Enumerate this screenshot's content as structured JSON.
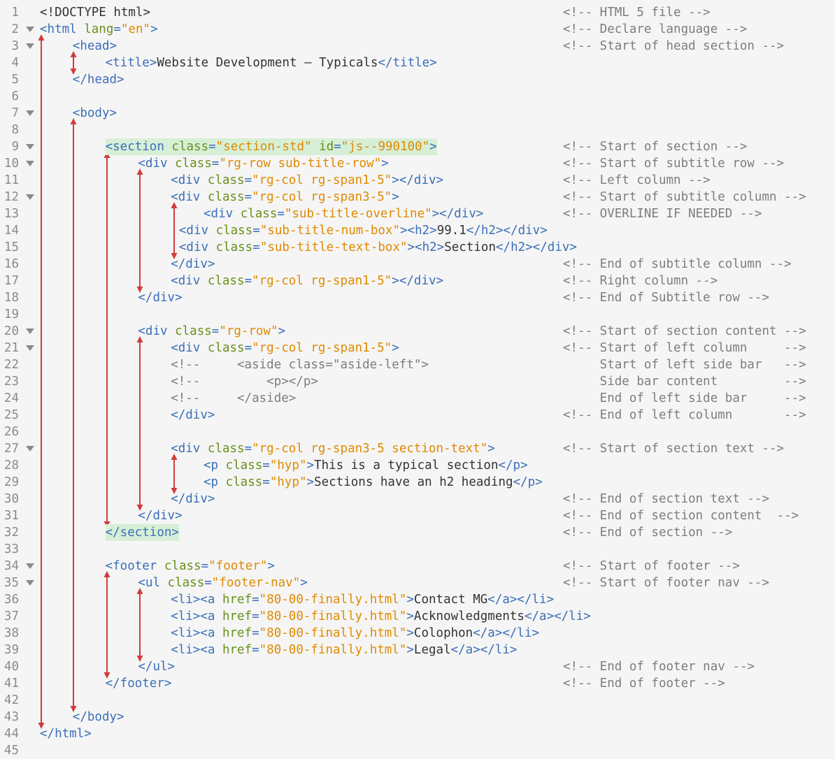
{
  "colors": {
    "tag": "#3b6fb8",
    "attr": "#6a8f1a",
    "string": "#e08a00",
    "text": "#333333",
    "comment": "#7d7d7d",
    "arrow": "#d03c3c",
    "highlight": "#d6efd6",
    "background": "#f5f5f5"
  },
  "lines": [
    {
      "n": "1",
      "fold": false,
      "indent": 0,
      "code": [
        [
          "d",
          "<!DOCTYPE html>"
        ]
      ],
      "comment": "<!-- HTML 5 file -->"
    },
    {
      "n": "2",
      "fold": true,
      "indent": 0,
      "code": [
        [
          "t",
          "<html "
        ],
        [
          "a",
          "lang"
        ],
        [
          "t",
          "="
        ],
        [
          "s",
          "\"en\""
        ],
        [
          "t",
          ">"
        ]
      ],
      "comment": "<!-- Declare language -->"
    },
    {
      "n": "3",
      "fold": true,
      "indent": 1,
      "code": [
        [
          "t",
          "<head>"
        ]
      ],
      "comment": "<!-- Start of head section -->"
    },
    {
      "n": "4",
      "fold": false,
      "indent": 2,
      "code": [
        [
          "t",
          "<title>"
        ],
        [
          "x",
          "Website Development – Typicals"
        ],
        [
          "t",
          "</title>"
        ]
      ],
      "comment": ""
    },
    {
      "n": "5",
      "fold": false,
      "indent": 1,
      "code": [
        [
          "t",
          "</head>"
        ]
      ],
      "comment": ""
    },
    {
      "n": "6",
      "fold": false,
      "indent": 0,
      "code": [],
      "comment": ""
    },
    {
      "n": "7",
      "fold": true,
      "indent": 1,
      "code": [
        [
          "t",
          "<body>"
        ]
      ],
      "comment": ""
    },
    {
      "n": "8",
      "fold": false,
      "indent": 0,
      "code": [],
      "comment": ""
    },
    {
      "n": "9",
      "fold": true,
      "indent": 2,
      "hl": true,
      "code": [
        [
          "t",
          "<section "
        ],
        [
          "a",
          "class"
        ],
        [
          "t",
          "="
        ],
        [
          "s",
          "\"section-std\" "
        ],
        [
          "a",
          "id"
        ],
        [
          "t",
          "="
        ],
        [
          "s",
          "\"js--990100\""
        ],
        [
          "t",
          ">"
        ]
      ],
      "comment": "<!-- Start of section -->"
    },
    {
      "n": "10",
      "fold": true,
      "indent": 3,
      "code": [
        [
          "t",
          "<div "
        ],
        [
          "a",
          "class"
        ],
        [
          "t",
          "="
        ],
        [
          "s",
          "\"rg-row sub-title-row\""
        ],
        [
          "t",
          ">"
        ]
      ],
      "comment": "<!-- Start of subtitle row -->"
    },
    {
      "n": "11",
      "fold": false,
      "indent": 4,
      "code": [
        [
          "t",
          "<div "
        ],
        [
          "a",
          "class"
        ],
        [
          "t",
          "="
        ],
        [
          "s",
          "\"rg-col rg-span1-5\""
        ],
        [
          "t",
          "></div>"
        ]
      ],
      "comment": "<!-- Left column -->"
    },
    {
      "n": "12",
      "fold": true,
      "indent": 4,
      "code": [
        [
          "t",
          "<div "
        ],
        [
          "a",
          "class"
        ],
        [
          "t",
          "="
        ],
        [
          "s",
          "\"rg-col rg-span3-5\""
        ],
        [
          "t",
          ">"
        ]
      ],
      "comment": "<!-- Start of subtitle column -->"
    },
    {
      "n": "13",
      "fold": false,
      "indent": 5,
      "code": [
        [
          "t",
          "<div "
        ],
        [
          "a",
          "class"
        ],
        [
          "t",
          "="
        ],
        [
          "s",
          "\"sub-title-overline\""
        ],
        [
          "t",
          "></div>"
        ]
      ],
      "comment": "<!-- OVERLINE IF NEEDED -->"
    },
    {
      "n": "14",
      "fold": false,
      "indent": 4.25,
      "code": [
        [
          "t",
          "<div "
        ],
        [
          "a",
          "class"
        ],
        [
          "t",
          "="
        ],
        [
          "s",
          "\"sub-title-num-box\""
        ],
        [
          "t",
          ">"
        ],
        [
          "t",
          "<h2>"
        ],
        [
          "x",
          "99.1"
        ],
        [
          "t",
          "</h2></div>"
        ]
      ],
      "comment": ""
    },
    {
      "n": "15",
      "fold": false,
      "indent": 4.25,
      "code": [
        [
          "t",
          "<div "
        ],
        [
          "a",
          "class"
        ],
        [
          "t",
          "="
        ],
        [
          "s",
          "\"sub-title-text-box\""
        ],
        [
          "t",
          ">"
        ],
        [
          "t",
          "<h2>"
        ],
        [
          "x",
          "Section"
        ],
        [
          "t",
          "</h2></div>"
        ]
      ],
      "comment": ""
    },
    {
      "n": "16",
      "fold": false,
      "indent": 4,
      "code": [
        [
          "t",
          "</div>"
        ]
      ],
      "comment": "<!-- End of subtitle column -->"
    },
    {
      "n": "17",
      "fold": false,
      "indent": 4,
      "code": [
        [
          "t",
          "<div "
        ],
        [
          "a",
          "class"
        ],
        [
          "t",
          "="
        ],
        [
          "s",
          "\"rg-col rg-span1-5\""
        ],
        [
          "t",
          "></div>"
        ]
      ],
      "comment": "<!-- Right column -->"
    },
    {
      "n": "18",
      "fold": false,
      "indent": 3,
      "code": [
        [
          "t",
          "</div>"
        ]
      ],
      "comment": "<!-- End of Subtitle row -->"
    },
    {
      "n": "19",
      "fold": false,
      "indent": 0,
      "code": [],
      "comment": ""
    },
    {
      "n": "20",
      "fold": true,
      "indent": 3,
      "code": [
        [
          "t",
          "<div "
        ],
        [
          "a",
          "class"
        ],
        [
          "t",
          "="
        ],
        [
          "s",
          "\"rg-row\""
        ],
        [
          "t",
          ">"
        ]
      ],
      "comment": "<!-- Start of section content -->"
    },
    {
      "n": "21",
      "fold": true,
      "indent": 4,
      "code": [
        [
          "t",
          "<div "
        ],
        [
          "a",
          "class"
        ],
        [
          "t",
          "="
        ],
        [
          "s",
          "\"rg-col rg-span1-5\""
        ],
        [
          "t",
          ">"
        ]
      ],
      "comment": "<!-- Start of left column     -->"
    },
    {
      "n": "22",
      "fold": false,
      "indent": 4,
      "code": [
        [
          "c",
          "<!--     <aside class=\"aside-left\">"
        ]
      ],
      "comment": "     Start of left side bar   -->"
    },
    {
      "n": "23",
      "fold": false,
      "indent": 4,
      "code": [
        [
          "c",
          "<!--         <p></p>"
        ]
      ],
      "comment": "     Side bar content         -->"
    },
    {
      "n": "24",
      "fold": false,
      "indent": 4,
      "code": [
        [
          "c",
          "<!--     </aside>"
        ]
      ],
      "comment": "     End of left side bar     -->"
    },
    {
      "n": "25",
      "fold": false,
      "indent": 4,
      "code": [
        [
          "t",
          "</div>"
        ]
      ],
      "comment": "<!-- End of left column       -->"
    },
    {
      "n": "26",
      "fold": false,
      "indent": 0,
      "code": [],
      "comment": ""
    },
    {
      "n": "27",
      "fold": true,
      "indent": 4,
      "code": [
        [
          "t",
          "<div "
        ],
        [
          "a",
          "class"
        ],
        [
          "t",
          "="
        ],
        [
          "s",
          "\"rg-col rg-span3-5 section-text\""
        ],
        [
          "t",
          ">"
        ]
      ],
      "comment": "<!-- Start of section text -->"
    },
    {
      "n": "28",
      "fold": false,
      "indent": 5,
      "code": [
        [
          "t",
          "<p "
        ],
        [
          "a",
          "class"
        ],
        [
          "t",
          "="
        ],
        [
          "s",
          "\"hyp\""
        ],
        [
          "t",
          ">"
        ],
        [
          "x",
          "This is a typical section"
        ],
        [
          "t",
          "</p>"
        ]
      ],
      "comment": ""
    },
    {
      "n": "29",
      "fold": false,
      "indent": 5,
      "code": [
        [
          "t",
          "<p "
        ],
        [
          "a",
          "class"
        ],
        [
          "t",
          "="
        ],
        [
          "s",
          "\"hyp\""
        ],
        [
          "t",
          ">"
        ],
        [
          "x",
          "Sections have an h2 heading"
        ],
        [
          "t",
          "</p>"
        ]
      ],
      "comment": ""
    },
    {
      "n": "30",
      "fold": false,
      "indent": 4,
      "code": [
        [
          "t",
          "</div>"
        ]
      ],
      "comment": "<!-- End of section text -->"
    },
    {
      "n": "31",
      "fold": false,
      "indent": 3,
      "code": [
        [
          "t",
          "</div>"
        ]
      ],
      "comment": "<!-- End of section content  -->"
    },
    {
      "n": "32",
      "fold": false,
      "indent": 2,
      "hl": true,
      "code": [
        [
          "t",
          "</section>"
        ]
      ],
      "comment": "<!-- End of section -->"
    },
    {
      "n": "33",
      "fold": false,
      "indent": 0,
      "code": [],
      "comment": ""
    },
    {
      "n": "34",
      "fold": true,
      "indent": 2,
      "code": [
        [
          "t",
          "<footer "
        ],
        [
          "a",
          "class"
        ],
        [
          "t",
          "="
        ],
        [
          "s",
          "\"footer\""
        ],
        [
          "t",
          ">"
        ]
      ],
      "comment": "<!-- Start of footer -->"
    },
    {
      "n": "35",
      "fold": true,
      "indent": 3,
      "code": [
        [
          "t",
          "<ul "
        ],
        [
          "a",
          "class"
        ],
        [
          "t",
          "="
        ],
        [
          "s",
          "\"footer-nav\""
        ],
        [
          "t",
          ">"
        ]
      ],
      "comment": "<!-- Start of footer nav -->"
    },
    {
      "n": "36",
      "fold": false,
      "indent": 4,
      "code": [
        [
          "t",
          "<li><a "
        ],
        [
          "a",
          "href"
        ],
        [
          "t",
          "="
        ],
        [
          "s",
          "\"80-00-finally.html\""
        ],
        [
          "t",
          ">"
        ],
        [
          "x",
          "Contact MG"
        ],
        [
          "t",
          "</a></li>"
        ]
      ],
      "comment": ""
    },
    {
      "n": "37",
      "fold": false,
      "indent": 4,
      "code": [
        [
          "t",
          "<li><a "
        ],
        [
          "a",
          "href"
        ],
        [
          "t",
          "="
        ],
        [
          "s",
          "\"80-00-finally.html\""
        ],
        [
          "t",
          ">"
        ],
        [
          "x",
          "Acknowledgments"
        ],
        [
          "t",
          "</a></li>"
        ]
      ],
      "comment": ""
    },
    {
      "n": "38",
      "fold": false,
      "indent": 4,
      "code": [
        [
          "t",
          "<li><a "
        ],
        [
          "a",
          "href"
        ],
        [
          "t",
          "="
        ],
        [
          "s",
          "\"80-00-finally.html\""
        ],
        [
          "t",
          ">"
        ],
        [
          "x",
          "Colophon"
        ],
        [
          "t",
          "</a></li>"
        ]
      ],
      "comment": ""
    },
    {
      "n": "39",
      "fold": false,
      "indent": 4,
      "code": [
        [
          "t",
          "<li><a "
        ],
        [
          "a",
          "href"
        ],
        [
          "t",
          "="
        ],
        [
          "s",
          "\"80-00-finally.html\""
        ],
        [
          "t",
          ">"
        ],
        [
          "x",
          "Legal"
        ],
        [
          "t",
          "</a></li>"
        ]
      ],
      "comment": ""
    },
    {
      "n": "40",
      "fold": false,
      "indent": 3,
      "code": [
        [
          "t",
          "</ul>"
        ]
      ],
      "comment": "<!-- End of footer nav -->"
    },
    {
      "n": "41",
      "fold": false,
      "indent": 2,
      "code": [
        [
          "t",
          "</footer>"
        ]
      ],
      "comment": "<!-- End of footer -->"
    },
    {
      "n": "42",
      "fold": false,
      "indent": 0,
      "code": [],
      "comment": ""
    },
    {
      "n": "43",
      "fold": false,
      "indent": 1,
      "code": [
        [
          "t",
          "</body>"
        ]
      ],
      "comment": ""
    },
    {
      "n": "44",
      "fold": false,
      "indent": 0,
      "code": [
        [
          "t",
          "</html>"
        ]
      ],
      "comment": ""
    },
    {
      "n": "45",
      "fold": false,
      "indent": 0,
      "code": [],
      "comment": ""
    }
  ],
  "brackets": [
    {
      "from": "2",
      "to": "44",
      "level": 0
    },
    {
      "from": "3",
      "to": "5",
      "level": 1
    },
    {
      "from": "7",
      "to": "43",
      "level": 1
    },
    {
      "from": "9",
      "to": "32",
      "level": 2
    },
    {
      "from": "10",
      "to": "18",
      "level": 3
    },
    {
      "from": "12",
      "to": "16",
      "level": 4
    },
    {
      "from": "20",
      "to": "31",
      "level": 3
    },
    {
      "from": "27",
      "to": "30",
      "level": 4
    },
    {
      "from": "34",
      "to": "41",
      "level": 2
    },
    {
      "from": "35",
      "to": "40",
      "level": 3
    }
  ]
}
